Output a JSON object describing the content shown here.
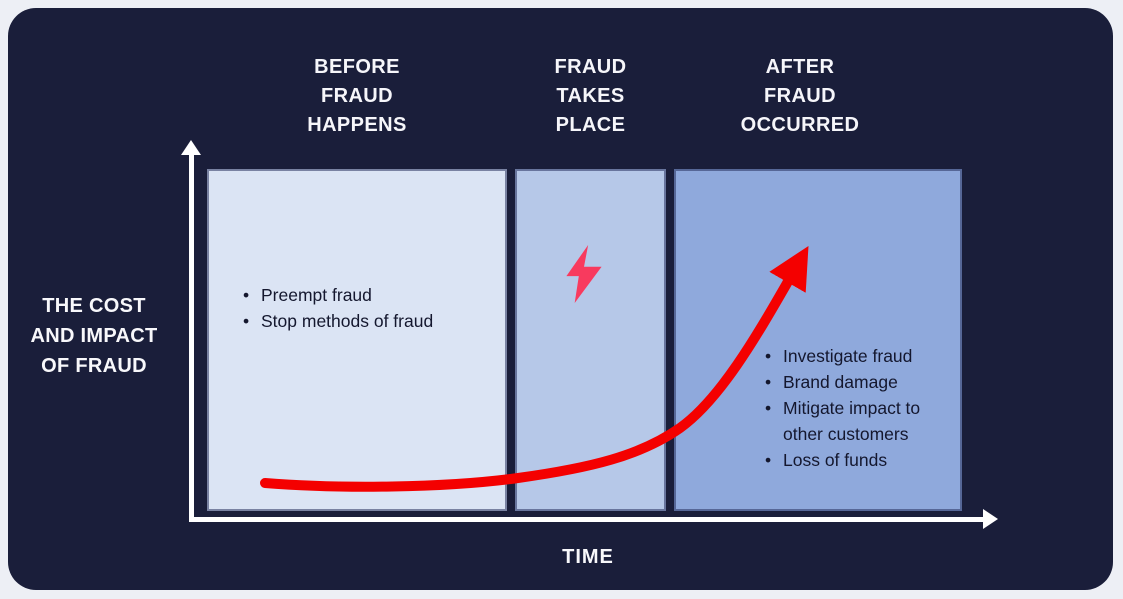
{
  "colors": {
    "page_bg": "#edeff5",
    "card_bg": "#1a1e3a",
    "panel_before": "#dbe4f4",
    "panel_during": "#b6c8e8",
    "panel_after": "#8fa9dc",
    "curve_red": "#f40000",
    "bolt_pink": "#f83a5e",
    "axis_white": "#ffffff",
    "header_text": "#f6f6fa",
    "bullet_text": "#14172e"
  },
  "axes": {
    "y_label": "THE COST\nAND IMPACT\nOF FRAUD",
    "x_label": "TIME"
  },
  "phases": [
    {
      "id": "before-fraud-happens",
      "header": "BEFORE\nFRAUD\nHAPPENS",
      "bullets": [
        "Preempt fraud",
        "Stop methods of fraud"
      ]
    },
    {
      "id": "fraud-takes-place",
      "header": "FRAUD\nTAKES\nPLACE",
      "bullets": [],
      "icon": "lightning-bolt"
    },
    {
      "id": "after-fraud-occurred",
      "header": "AFTER\nFRAUD\nOCCURRED",
      "bullets": [
        "Investigate fraud",
        "Brand damage",
        "Mitigate impact to other customers",
        "Loss of funds"
      ]
    }
  ],
  "glyphs": {
    "bullet": "•"
  }
}
